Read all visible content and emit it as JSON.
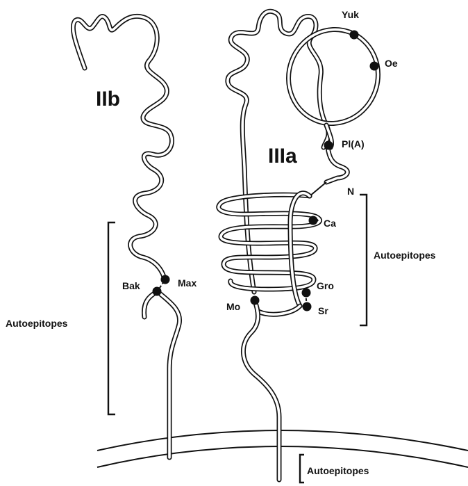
{
  "labels": {
    "domain_iib": "IIb",
    "domain_iiia": "IIIa",
    "n_terminus": "N"
  },
  "sites": {
    "yuk": "Yuk",
    "oe": "Oe",
    "pla": "Pl(A)",
    "ca": "Ca",
    "gro": "Gro",
    "sr": "Sr",
    "mo": "Mo",
    "bak": "Bak",
    "max": "Max"
  },
  "brackets": {
    "left": "Autoepitopes",
    "right": "Autoepitopes",
    "bottom": "Autoepitopes"
  }
}
